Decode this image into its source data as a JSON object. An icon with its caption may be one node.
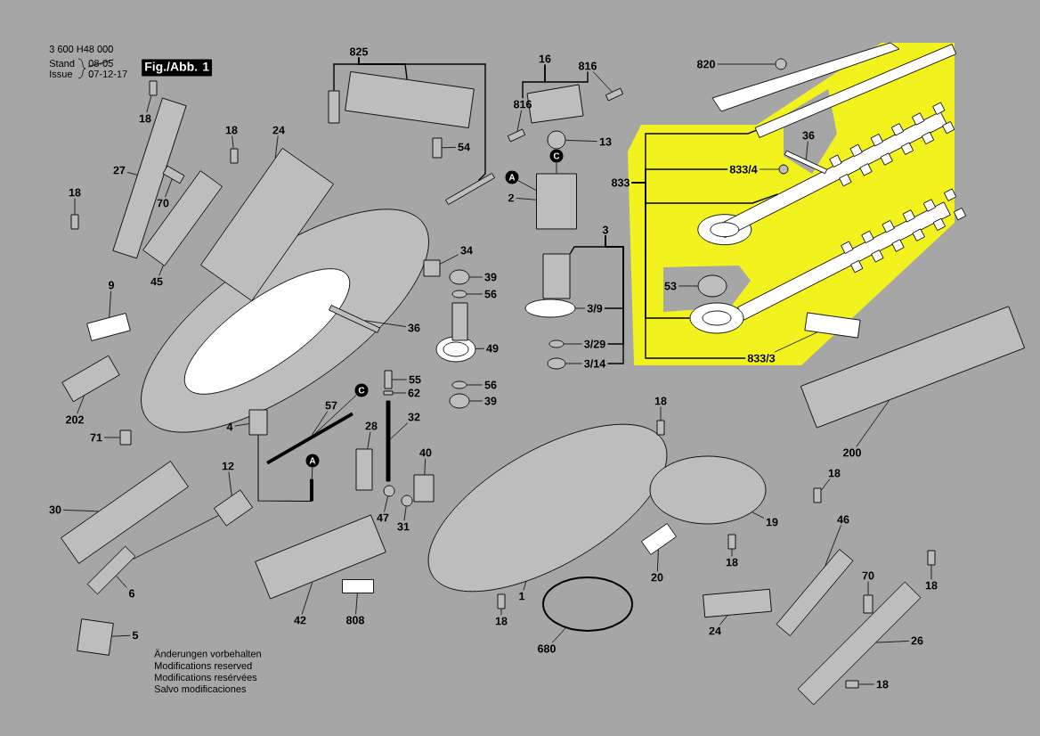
{
  "diagram": {
    "title": "Fig./Abb. 1",
    "nodes": [
      {
        "text": [
          "825"
        ]
      },
      {
        "text": [
          "16"
        ]
      },
      {
        "text": [
          "816"
        ]
      },
      {
        "text": [
          "820"
        ]
      },
      {
        "text": [
          "18"
        ]
      },
      {
        "text": [
          "816"
        ]
      },
      {
        "text": [
          "36"
        ]
      },
      {
        "text": [
          "18"
        ]
      },
      {
        "text": [
          "24"
        ]
      },
      {
        "text": [
          "13"
        ]
      },
      {
        "text": [
          "C"
        ]
      },
      {
        "text": [
          "54"
        ]
      },
      {
        "text": [
          "27"
        ]
      },
      {
        "text": [
          "833/4"
        ]
      },
      {
        "text": [
          "A"
        ]
      },
      {
        "text": [
          "833"
        ]
      },
      {
        "text": [
          "18"
        ]
      },
      {
        "text": [
          "2"
        ]
      },
      {
        "text": [
          "70"
        ]
      },
      {
        "text": [
          "3"
        ]
      },
      {
        "text": [
          "34"
        ]
      },
      {
        "text": [
          "45"
        ]
      },
      {
        "text": [
          "39"
        ]
      },
      {
        "text": [
          "9"
        ]
      },
      {
        "text": [
          "53"
        ]
      },
      {
        "text": [
          "56"
        ]
      },
      {
        "text": [
          "3/9"
        ]
      },
      {
        "text": [
          "36"
        ]
      },
      {
        "text": [
          "3/29"
        ]
      },
      {
        "text": [
          "49"
        ]
      },
      {
        "text": [
          "3/14"
        ]
      },
      {
        "text": [
          "833/3"
        ]
      },
      {
        "text": [
          "55"
        ]
      },
      {
        "text": [
          "56"
        ]
      },
      {
        "text": [
          "C"
        ]
      },
      {
        "text": [
          "62"
        ]
      },
      {
        "text": [
          "18"
        ]
      },
      {
        "text": [
          "39"
        ]
      },
      {
        "text": [
          "57"
        ]
      },
      {
        "text": [
          "32"
        ]
      },
      {
        "text": [
          "202"
        ]
      },
      {
        "text": [
          "4"
        ]
      },
      {
        "text": [
          "28"
        ]
      },
      {
        "text": [
          "71"
        ]
      },
      {
        "text": [
          "40"
        ]
      },
      {
        "text": [
          "200"
        ]
      },
      {
        "text": [
          "A"
        ]
      },
      {
        "text": [
          "12"
        ]
      },
      {
        "text": [
          "18"
        ]
      },
      {
        "text": [
          "30"
        ]
      },
      {
        "text": [
          "47"
        ]
      },
      {
        "text": [
          "19"
        ]
      },
      {
        "text": [
          "46"
        ]
      },
      {
        "text": [
          "31"
        ]
      },
      {
        "text": [
          "18"
        ]
      },
      {
        "text": [
          "20"
        ]
      },
      {
        "text": [
          "70"
        ]
      },
      {
        "text": [
          "18"
        ]
      },
      {
        "text": [
          "6"
        ]
      },
      {
        "text": [
          "1"
        ]
      },
      {
        "text": [
          "42"
        ]
      },
      {
        "text": [
          "808"
        ]
      },
      {
        "text": [
          "18"
        ]
      },
      {
        "text": [
          "24"
        ]
      },
      {
        "text": [
          "5"
        ]
      },
      {
        "text": [
          "26"
        ]
      },
      {
        "text": [
          "680"
        ]
      },
      {
        "text": [
          "18"
        ]
      },
      {
        "text": [],
        "shape": "box"
      },
      {
        "text": [],
        "shape": "box"
      },
      {
        "text": [],
        "shape": "bar"
      },
      {
        "text": [],
        "shape": "bar"
      },
      {
        "text": [],
        "shape": "circle"
      },
      {
        "text": [],
        "shape": "box"
      },
      {
        "text": [],
        "shape": "bar"
      },
      {
        "text": [],
        "shape": "bar"
      },
      {
        "text": [],
        "shape": "box"
      },
      {
        "text": [],
        "shape": "box"
      },
      {
        "text": [],
        "shape": "circle"
      },
      {
        "text": [],
        "shape": "box"
      },
      {
        "text": [],
        "shape": "box"
      },
      {
        "text": [],
        "shape": "box"
      },
      {
        "text": [],
        "shape": "circle"
      },
      {
        "text": [],
        "shape": "box"
      },
      {
        "text": [],
        "shape": "box"
      },
      {
        "text": [],
        "shape": "bar"
      },
      {
        "text": [],
        "shape": "picture"
      },
      {
        "text": [],
        "shape": "box"
      },
      {
        "text": [],
        "shape": "box"
      },
      {
        "text": [],
        "shape": "box"
      },
      {
        "text": [],
        "shape": "ellipse"
      },
      {
        "text": [],
        "shape": "box"
      },
      {
        "text": [],
        "shape": "ellipse"
      },
      {
        "text": [],
        "shape": "ellipse"
      },
      {
        "text": [],
        "shape": "ellipse"
      },
      {
        "text": [],
        "shape": "bar"
      },
      {
        "text": [],
        "shape": "ellipse"
      },
      {
        "text": [],
        "shape": "picture"
      },
      {
        "text": [],
        "shape": "ellipse"
      },
      {
        "text": [],
        "shape": "picture"
      },
      {
        "text": [],
        "shape": "box"
      },
      {
        "text": [],
        "shape": "box"
      },
      {
        "text": [],
        "shape": "ellipse"
      },
      {
        "text": [],
        "shape": "bar"
      },
      {
        "text": [],
        "shape": "box"
      },
      {
        "text": [],
        "shape": "box"
      },
      {
        "text": [],
        "shape": "ellipse"
      },
      {
        "text": [],
        "shape": "bar"
      },
      {
        "text": [],
        "shape": "box"
      },
      {
        "text": [],
        "shape": "box"
      },
      {
        "text": [],
        "shape": "box"
      },
      {
        "text": [],
        "shape": "box"
      },
      {
        "text": [],
        "shape": "box"
      },
      {
        "text": [],
        "shape": "box"
      },
      {
        "text": [],
        "shape": "bar"
      },
      {
        "text": [],
        "shape": "box"
      },
      {
        "text": [],
        "shape": "box"
      },
      {
        "text": [],
        "shape": "box"
      },
      {
        "text": [],
        "shape": "circle"
      },
      {
        "text": [],
        "shape": "ellipse"
      },
      {
        "text": [],
        "shape": "box"
      },
      {
        "text": [],
        "shape": "circle"
      },
      {
        "text": [],
        "shape": "box"
      },
      {
        "text": [],
        "shape": "box"
      },
      {
        "text": [],
        "shape": "box"
      },
      {
        "text": [],
        "shape": "box"
      },
      {
        "text": [],
        "shape": "box"
      },
      {
        "text": [],
        "shape": "ellipse"
      },
      {
        "text": [],
        "shape": "box"
      },
      {
        "text": [],
        "shape": "box"
      },
      {
        "text": [],
        "shape": "box"
      },
      {
        "text": [],
        "shape": "box"
      },
      {
        "text": [],
        "shape": "box"
      },
      {
        "text": [],
        "shape": "box"
      },
      {
        "text": [],
        "shape": "ellipse"
      },
      {
        "text": [],
        "shape": "box"
      }
    ],
    "edges": [
      {
        "from": 0,
        "to": 68,
        "arrow": "none"
      },
      {
        "from": 0,
        "to": 69,
        "arrow": "none"
      },
      {
        "from": 0,
        "to": 70,
        "arrow": "none"
      },
      {
        "from": 1,
        "to": 5,
        "arrow": "none"
      },
      {
        "from": 1,
        "to": 2,
        "arrow": "none"
      },
      {
        "from": 2,
        "to": 71,
        "arrow": "none"
      },
      {
        "from": 3,
        "to": 72,
        "arrow": "none"
      },
      {
        "from": 4,
        "to": 73,
        "arrow": "none"
      },
      {
        "from": 5,
        "to": 74,
        "arrow": "none"
      },
      {
        "from": 6,
        "to": 75,
        "arrow": "none"
      },
      {
        "from": 7,
        "to": 76,
        "arrow": "none"
      },
      {
        "from": 8,
        "to": 77,
        "arrow": "none"
      },
      {
        "from": 9,
        "to": 78,
        "arrow": "none"
      },
      {
        "from": 10,
        "to": 79,
        "arrow": "none"
      },
      {
        "from": 11,
        "to": 80,
        "arrow": "none"
      },
      {
        "from": 12,
        "to": 81,
        "arrow": "none"
      },
      {
        "from": 13,
        "to": 82,
        "arrow": "none"
      },
      {
        "from": 14,
        "to": 79,
        "arrow": "none"
      },
      {
        "from": 15,
        "to": 85,
        "arrow": "none"
      },
      {
        "from": 15,
        "to": 13,
        "arrow": "none"
      },
      {
        "from": 15,
        "to": 86,
        "arrow": "none"
      },
      {
        "from": 15,
        "to": 99,
        "arrow": "none"
      },
      {
        "from": 15,
        "to": 31,
        "arrow": "none"
      },
      {
        "from": 16,
        "to": 83,
        "arrow": "none"
      },
      {
        "from": 17,
        "to": 79,
        "arrow": "none"
      },
      {
        "from": 18,
        "to": 84,
        "arrow": "none"
      },
      {
        "from": 19,
        "to": 87,
        "arrow": "none"
      },
      {
        "from": 19,
        "to": 26,
        "arrow": "none"
      },
      {
        "from": 19,
        "to": 28,
        "arrow": "none"
      },
      {
        "from": 19,
        "to": 30,
        "arrow": "none"
      },
      {
        "from": 20,
        "to": 88,
        "arrow": "none"
      },
      {
        "from": 21,
        "to": 89,
        "arrow": "none"
      },
      {
        "from": 22,
        "to": 90,
        "arrow": "none"
      },
      {
        "from": 23,
        "to": 91,
        "arrow": "none"
      },
      {
        "from": 24,
        "to": 92,
        "arrow": "none"
      },
      {
        "from": 25,
        "to": 93,
        "arrow": "none"
      },
      {
        "from": 26,
        "to": 94,
        "arrow": "none"
      },
      {
        "from": 27,
        "to": 95,
        "arrow": "none"
      },
      {
        "from": 28,
        "to": 96,
        "arrow": "none"
      },
      {
        "from": 29,
        "to": 97,
        "arrow": "none"
      },
      {
        "from": 30,
        "to": 98,
        "arrow": "none"
      },
      {
        "from": 31,
        "to": 100,
        "arrow": "none"
      },
      {
        "from": 32,
        "to": 101,
        "arrow": "none"
      },
      {
        "from": 33,
        "to": 102,
        "arrow": "none"
      },
      {
        "from": 34,
        "to": 103,
        "arrow": "none"
      },
      {
        "from": 35,
        "to": 104,
        "arrow": "none"
      },
      {
        "from": 36,
        "to": 105,
        "arrow": "none"
      },
      {
        "from": 37,
        "to": 106,
        "arrow": "none"
      },
      {
        "from": 38,
        "to": 103,
        "arrow": "none"
      },
      {
        "from": 39,
        "to": 107,
        "arrow": "none"
      },
      {
        "from": 40,
        "to": 108,
        "arrow": "none"
      },
      {
        "from": 41,
        "to": 109,
        "arrow": "none"
      },
      {
        "from": 42,
        "to": 110,
        "arrow": "none"
      },
      {
        "from": 43,
        "to": 111,
        "arrow": "none"
      },
      {
        "from": 44,
        "to": 112,
        "arrow": "none"
      },
      {
        "from": 45,
        "to": 113,
        "arrow": "none"
      },
      {
        "from": 46,
        "to": 114,
        "arrow": "none"
      },
      {
        "from": 47,
        "to": 115,
        "arrow": "none"
      },
      {
        "from": 48,
        "to": 116,
        "arrow": "none"
      },
      {
        "from": 49,
        "to": 117,
        "arrow": "none"
      },
      {
        "from": 50,
        "to": 118,
        "arrow": "none"
      },
      {
        "from": 51,
        "to": 119,
        "arrow": "none"
      },
      {
        "from": 52,
        "to": 120,
        "arrow": "none"
      },
      {
        "from": 53,
        "to": 121,
        "arrow": "none"
      },
      {
        "from": 54,
        "to": 122,
        "arrow": "none"
      },
      {
        "from": 55,
        "to": 123,
        "arrow": "none"
      },
      {
        "from": 56,
        "to": 124,
        "arrow": "none"
      },
      {
        "from": 57,
        "to": 125,
        "arrow": "none"
      },
      {
        "from": 58,
        "to": 126,
        "arrow": "none"
      },
      {
        "from": 59,
        "to": 127,
        "arrow": "none"
      },
      {
        "from": 60,
        "to": 128,
        "arrow": "none"
      },
      {
        "from": 61,
        "to": 129,
        "arrow": "none"
      },
      {
        "from": 62,
        "to": 130,
        "arrow": "none"
      },
      {
        "from": 63,
        "to": 131,
        "arrow": "none"
      },
      {
        "from": 64,
        "to": 132,
        "arrow": "none"
      },
      {
        "from": 65,
        "to": 133,
        "arrow": "none"
      },
      {
        "from": 66,
        "to": 134,
        "arrow": "none"
      },
      {
        "from": 67,
        "to": 135,
        "arrow": "none"
      },
      {
        "from": 109,
        "to": 114,
        "arrow": "none"
      },
      {
        "from": 115,
        "to": 126,
        "arrow": "none"
      }
    ],
    "labels": [
      "3 600 H48 000",
      "Stand",
      "08-05",
      "Issue",
      "07-12-17",
      "Änderungen vorbehalten",
      "Modifications reserved",
      "Modifications resérvées",
      "Salvo modificaciones"
    ]
  }
}
